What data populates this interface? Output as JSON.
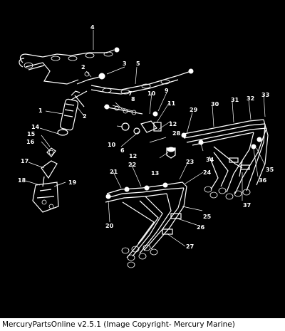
{
  "diagram": {
    "callouts": [
      "1",
      "2",
      "3",
      "4",
      "5",
      "6",
      "7",
      "8",
      "9",
      "10",
      "11",
      "12",
      "13",
      "14",
      "15",
      "16",
      "17",
      "18",
      "19",
      "20",
      "21",
      "22",
      "23",
      "24",
      "25",
      "26",
      "27",
      "28",
      "29",
      "30",
      "31",
      "32",
      "33",
      "34",
      "35",
      "36",
      "37"
    ]
  },
  "footer": {
    "text": "MercuryPartsOnline v2.5.1 (Image Copyright- Mercury Marine)"
  },
  "colors": {
    "diagram_background": "#000000",
    "linework": "#ffffff",
    "page_background": "#ffffff",
    "footer_text": "#000000"
  }
}
